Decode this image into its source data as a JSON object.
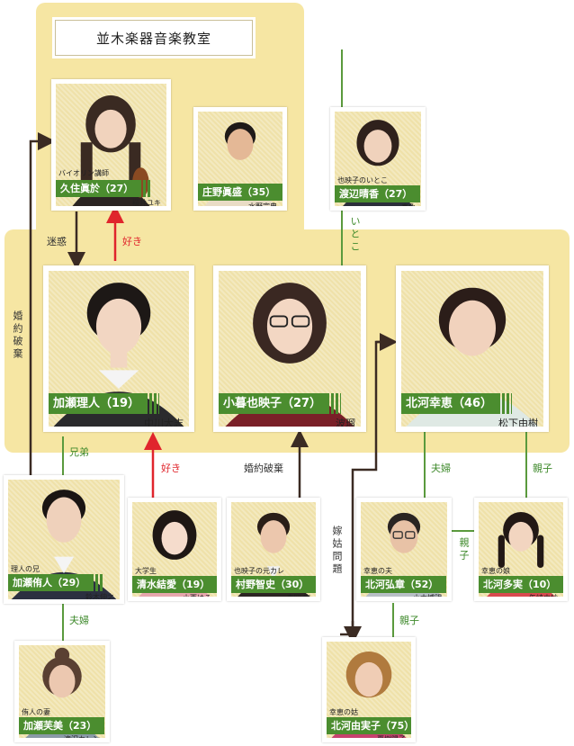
{
  "title": "並木楽器音楽教室",
  "colors": {
    "highlight": "#f6e6a3",
    "name_bar": "#4b8d2f",
    "love": "#e0252c",
    "family": "#3f8a2c",
    "conflict": "#3b2b23"
  },
  "characters": {
    "kuzumi": {
      "role": "バイオリン講師",
      "name": "久住眞於",
      "age": "（27）",
      "actor": "桜井ユキ"
    },
    "shono": {
      "role": "",
      "name": "庄野眞盛",
      "age": "（35）",
      "actor": "水野宗典"
    },
    "watanabe": {
      "role": "也映子のいとこ",
      "name": "渡辺晴香",
      "age": "（27）",
      "actor": "真魚"
    },
    "kase_rihito": {
      "role": "",
      "name": "加瀬理人",
      "age": "（19）",
      "actor": "中川大志"
    },
    "kogure": {
      "role": "",
      "name": "小暮也映子",
      "age": "（27）",
      "actor": "波瑠"
    },
    "kitagawa_yukie": {
      "role": "",
      "name": "北河幸恵",
      "age": "（46）",
      "actor": "松下由樹"
    },
    "kase_shunto": {
      "role": "理人の兄",
      "name": "加瀬侑人",
      "age": "（29）",
      "actor": "鈴木伸之"
    },
    "shimizu": {
      "role": "大学生",
      "name": "清水結愛",
      "age": "（19）",
      "actor": "小西はる"
    },
    "murano": {
      "role": "也映子の元カレ",
      "name": "村野智史",
      "age": "（30）",
      "actor": "森岡 龍"
    },
    "kitagawa_hiroaki": {
      "role": "幸恵の夫",
      "name": "北河弘章",
      "age": "（52）",
      "actor": "小木博明"
    },
    "kitagawa_tami": {
      "role": "幸恵の娘",
      "name": "北河多実",
      "age": "（10）",
      "actor": "矢崎由紗"
    },
    "kase_emi": {
      "role": "侑人の妻",
      "name": "加瀬芙美",
      "age": "（23）",
      "actor": "滝沢カレン"
    },
    "kitagawa_yumiko": {
      "role": "幸恵の姑",
      "name": "北河由実子",
      "age": "（75）",
      "actor": "夏樹陽子"
    }
  },
  "relations": {
    "meiwaku": "迷惑",
    "suki_top": "好き",
    "suki_bottom": "好き",
    "konyaku_hakian_left": "婚約破棄",
    "konyaku_hakian_mid": "婚約破棄",
    "itoko": "いとこ",
    "kyodai": "兄弟",
    "fufu_left": "夫婦",
    "fufu_right": "夫婦",
    "oyako_right": "親子",
    "oyako_mid": "親子",
    "oyako_bottom": "親子",
    "yomeshutome": "嫁姑問題"
  }
}
